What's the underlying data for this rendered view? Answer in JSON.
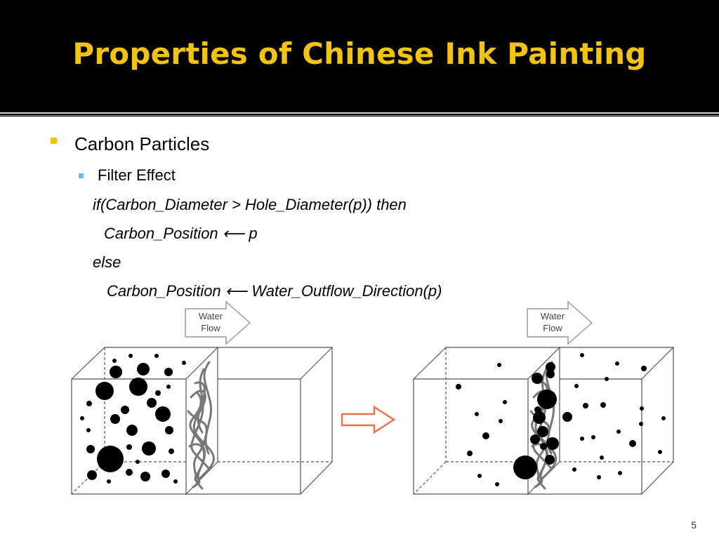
{
  "slide": {
    "title": "Properties of Chinese Ink Painting",
    "bullet1": "Carbon Particles",
    "bullet2": "Filter Effect",
    "code": {
      "line1": "if(Carbon_Diameter > Hole_Diameter(p)) then",
      "line2": "Carbon_Position ⟵ p",
      "line3": "else",
      "line4": "Carbon_Position ⟵ Water_Outflow_Direction(p)"
    },
    "figure": {
      "left_arrow_label_1": "Water",
      "left_arrow_label_2": "Flow",
      "right_arrow_label_1": "Water",
      "right_arrow_label_2": "Flow"
    },
    "page_number": "5"
  },
  "colors": {
    "title": "#f2c313",
    "bullet1": "#f2c313",
    "bullet2": "#71b9e6",
    "transition_arrow": "#e8734a"
  }
}
